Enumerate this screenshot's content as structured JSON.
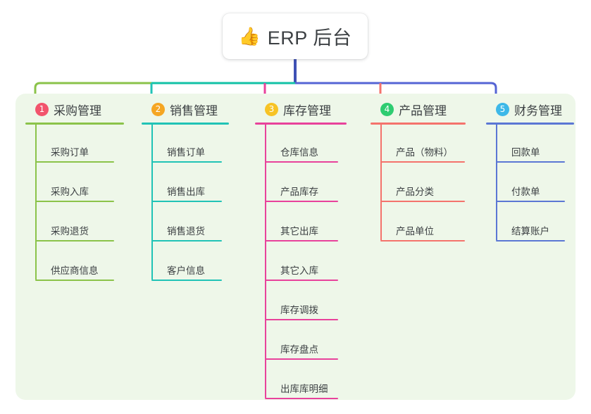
{
  "diagram": {
    "type": "org-tree",
    "root": {
      "icon": "thumbs-up-emoji",
      "icon_glyph": "👍",
      "label": "ERP 后台"
    },
    "panel_color": "#eef7e9",
    "trunk": {
      "segments": [
        {
          "name": "trunk-green",
          "color": "#7cb342"
        },
        {
          "name": "trunk-teal",
          "color": "#12c2a6"
        },
        {
          "name": "trunk-indigo",
          "color": "#5564d4"
        }
      ],
      "stem_color": "#3f51b5"
    },
    "columns": [
      {
        "index": "1",
        "title": "采购管理",
        "badge_color": "#f2546c",
        "line_color": "#8bc34a",
        "items": [
          "采购订单",
          "采购入库",
          "采购退货",
          "供应商信息"
        ]
      },
      {
        "index": "2",
        "title": "销售管理",
        "badge_color": "#f5a623",
        "line_color": "#21c3b6",
        "items": [
          "销售订单",
          "销售出库",
          "销售退货",
          "客户信息"
        ]
      },
      {
        "index": "3",
        "title": "库存管理",
        "badge_color": "#f7c325",
        "line_color": "#e8429b",
        "items": [
          "仓库信息",
          "产品库存",
          "其它出库",
          "其它入库",
          "库存调拨",
          "库存盘点",
          "出库库明细"
        ]
      },
      {
        "index": "4",
        "title": "产品管理",
        "badge_color": "#2ecc71",
        "line_color": "#f4736c",
        "items": [
          "产品（物料）",
          "产品分类",
          "产品单位"
        ]
      },
      {
        "index": "5",
        "title": "财务管理",
        "badge_color": "#3db8e8",
        "line_color": "#5b77d4",
        "items": [
          "回款单",
          "付款单",
          "结算账户"
        ]
      }
    ]
  }
}
